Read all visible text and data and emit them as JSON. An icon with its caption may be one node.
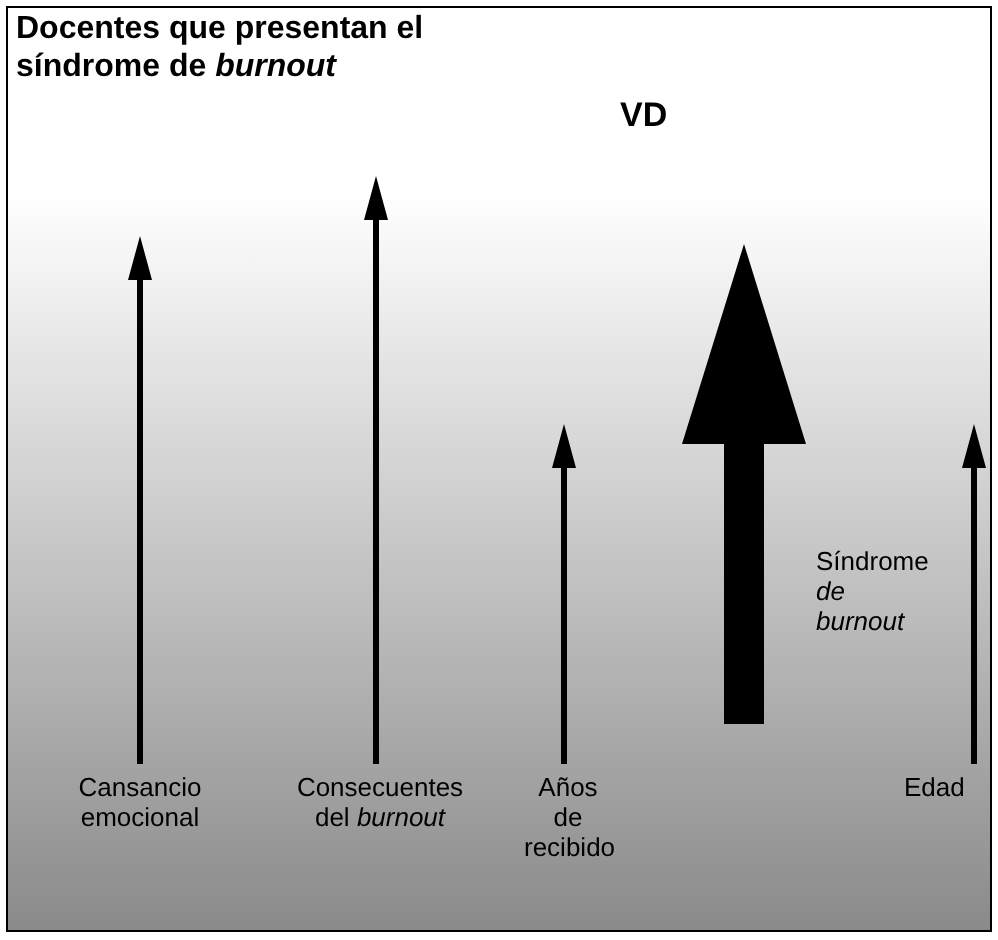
{
  "diagram": {
    "title": "Docentes que presentan el síndrome de *burnout*",
    "labels": [
      "VD",
      "Cansancio emocional",
      "Consecuentes del *burnout*",
      "Años de recibido",
      "Síndrome *de burnout*",
      "Edad"
    ]
  }
}
